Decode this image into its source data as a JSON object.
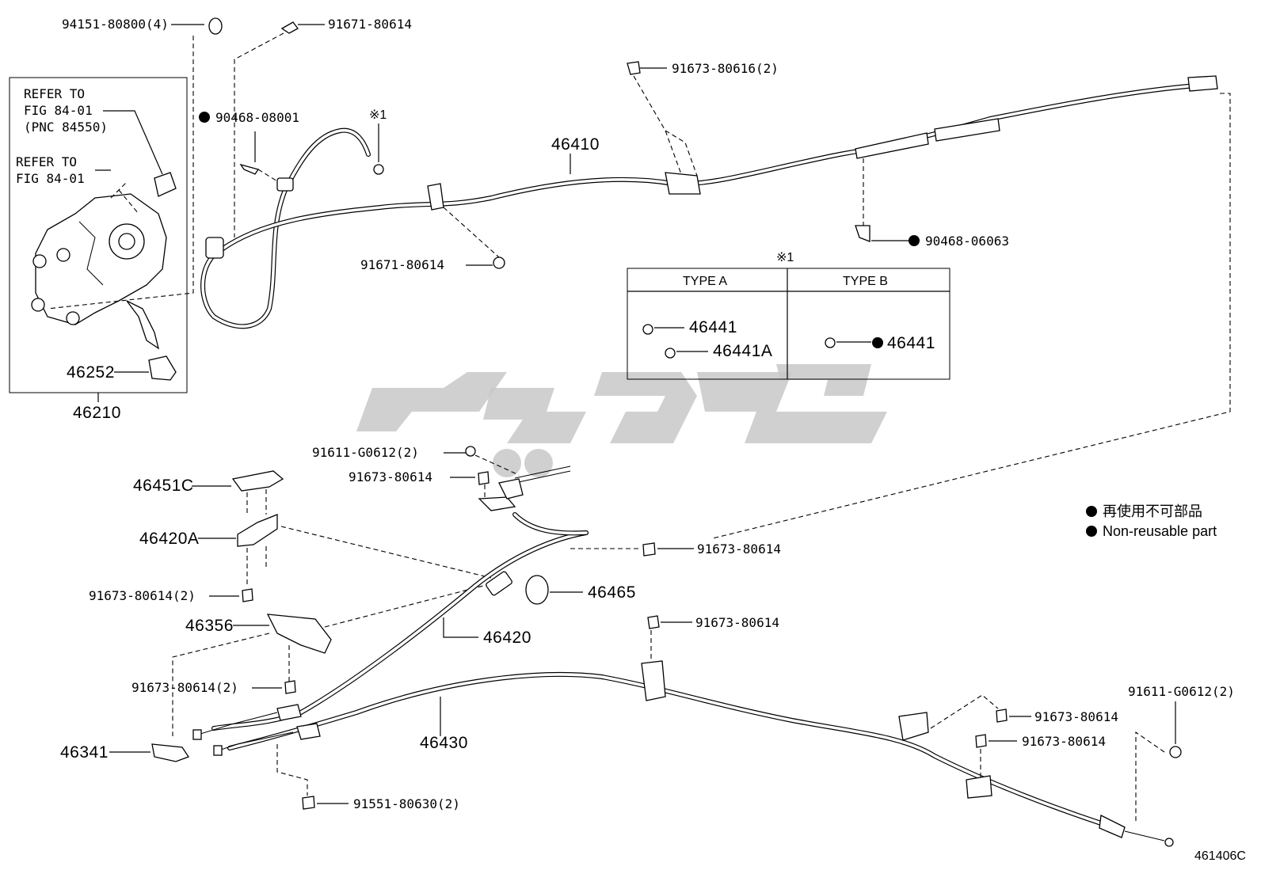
{
  "labels": {
    "p94151": "94151-80800(4)",
    "p91671a": "91671-80614",
    "p91673_616": "91673-80616(2)",
    "p90468_08001": "90468-08001",
    "note1": "※1",
    "p46410": "46410",
    "p90468_06063": "90468-06063",
    "p91671b": "91671-80614",
    "refer1_a": "REFER TO",
    "refer1_b": "FIG 84-01",
    "refer1_c": "(PNC 84550)",
    "refer2_a": "REFER TO",
    "refer2_b": "FIG 84-01",
    "p46252": "46252",
    "p46210": "46210",
    "table_note": "※1",
    "type_a": "TYPE A",
    "type_b": "TYPE B",
    "p46441_a": "46441",
    "p46441A": "46441A",
    "p46441_b": "46441",
    "p91611_top": "91611-G0612(2)",
    "p91673_mid": "91673-80614",
    "p46451C": "46451C",
    "p46420A": "46420A",
    "p91673_right": "91673-80614",
    "p91673_2a": "91673-80614(2)",
    "p46465": "46465",
    "p46356": "46356",
    "p46420": "46420",
    "p91673_low": "91673-80614",
    "p91673_2b": "91673-80614(2)",
    "p46341": "46341",
    "p46430": "46430",
    "p91551": "91551-80630(2)",
    "p91611_right": "91611-G0612(2)",
    "p91673_r1": "91673-80614",
    "p91673_r2": "91673-80614",
    "legend_jp": "再使用不可部品",
    "legend_en": "Non-reusable part",
    "figure_code": "461406C"
  },
  "colors": {
    "line": "#000000",
    "watermark": "#c8c8c8",
    "background": "#ffffff"
  }
}
